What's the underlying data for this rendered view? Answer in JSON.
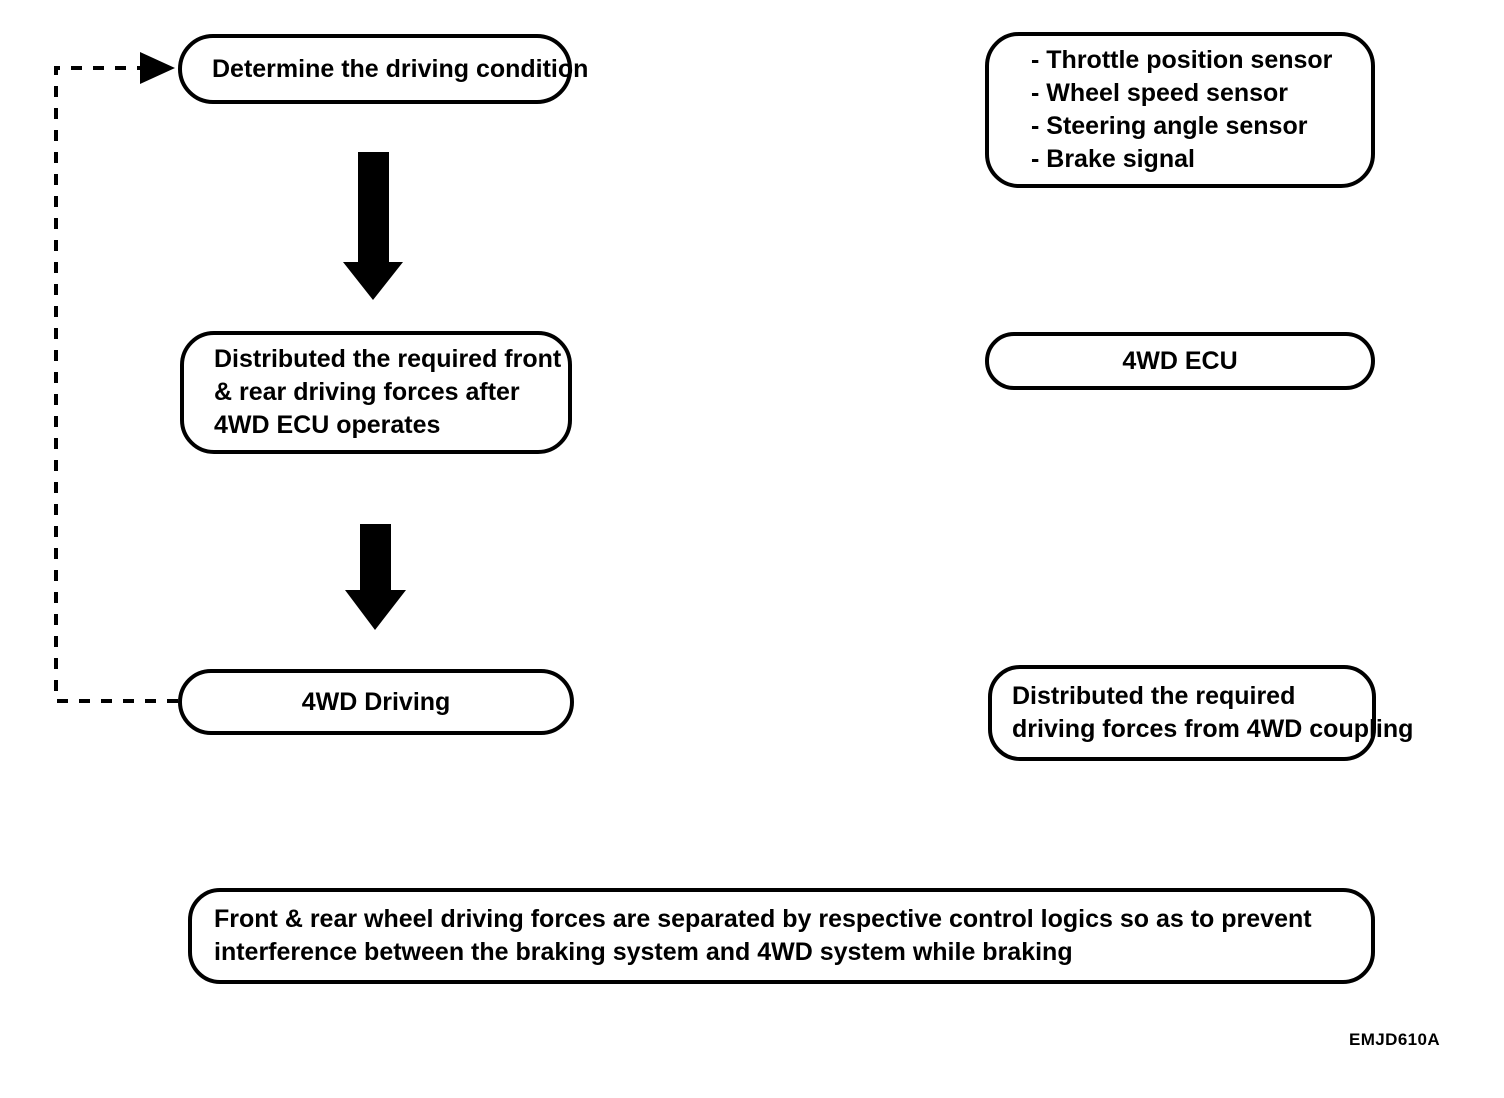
{
  "diagram": {
    "title": "4WD control flow",
    "accent_color": "#000000",
    "background_color": "#ffffff",
    "left_column": [
      {
        "id": "determine",
        "lines": [
          "Determine the driving condition"
        ],
        "align": "left"
      },
      {
        "id": "distribute",
        "lines": [
          "Distributed the required front",
          "& rear driving forces after",
          "4WD ECU operates"
        ],
        "align": "left"
      },
      {
        "id": "driving",
        "lines": [
          "4WD Driving"
        ],
        "align": "center"
      }
    ],
    "right_column": [
      {
        "id": "sensors",
        "lines": [
          "- Throttle position sensor",
          "- Wheel speed sensor",
          "- Steering angle sensor",
          "- Brake signal"
        ],
        "align": "left"
      },
      {
        "id": "ecu",
        "lines": [
          "4WD ECU"
        ],
        "align": "center"
      },
      {
        "id": "coupling",
        "lines": [
          "Distributed the required",
          "driving forces from 4WD coupling"
        ],
        "align": "left"
      }
    ],
    "footer_note": {
      "id": "note",
      "lines": [
        "Front & rear wheel driving forces are separated by respective control logics so as to prevent",
        "interference between the braking system and 4WD system while braking"
      ]
    },
    "connectors": [
      {
        "id": "arrow-determine-to-distribute",
        "type": "block-arrow-down"
      },
      {
        "id": "arrow-distribute-to-driving",
        "type": "block-arrow-down"
      },
      {
        "id": "feedback-loop",
        "type": "dashed-feedback-arrow"
      }
    ],
    "figure_code": "EMJD610A"
  }
}
